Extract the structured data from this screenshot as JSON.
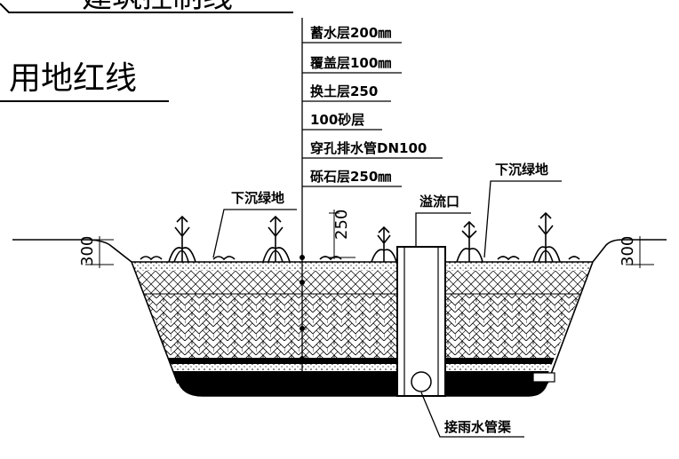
{
  "top_label": "建筑控制线",
  "property_line_label": "用地红线",
  "layer_callouts": [
    "蓄水层200㎜",
    "覆盖层100㎜",
    "换土层250",
    "100砂层",
    "穿孔排水管DN100",
    "砾石层250㎜"
  ],
  "sunken_green_left": "下沉绿地",
  "sunken_green_right": "下沉绿地",
  "overflow_label": "溢流口",
  "stormwater_label": "接雨水管渠",
  "dim_left": "300",
  "dim_right": "300",
  "dim_depth": "250"
}
